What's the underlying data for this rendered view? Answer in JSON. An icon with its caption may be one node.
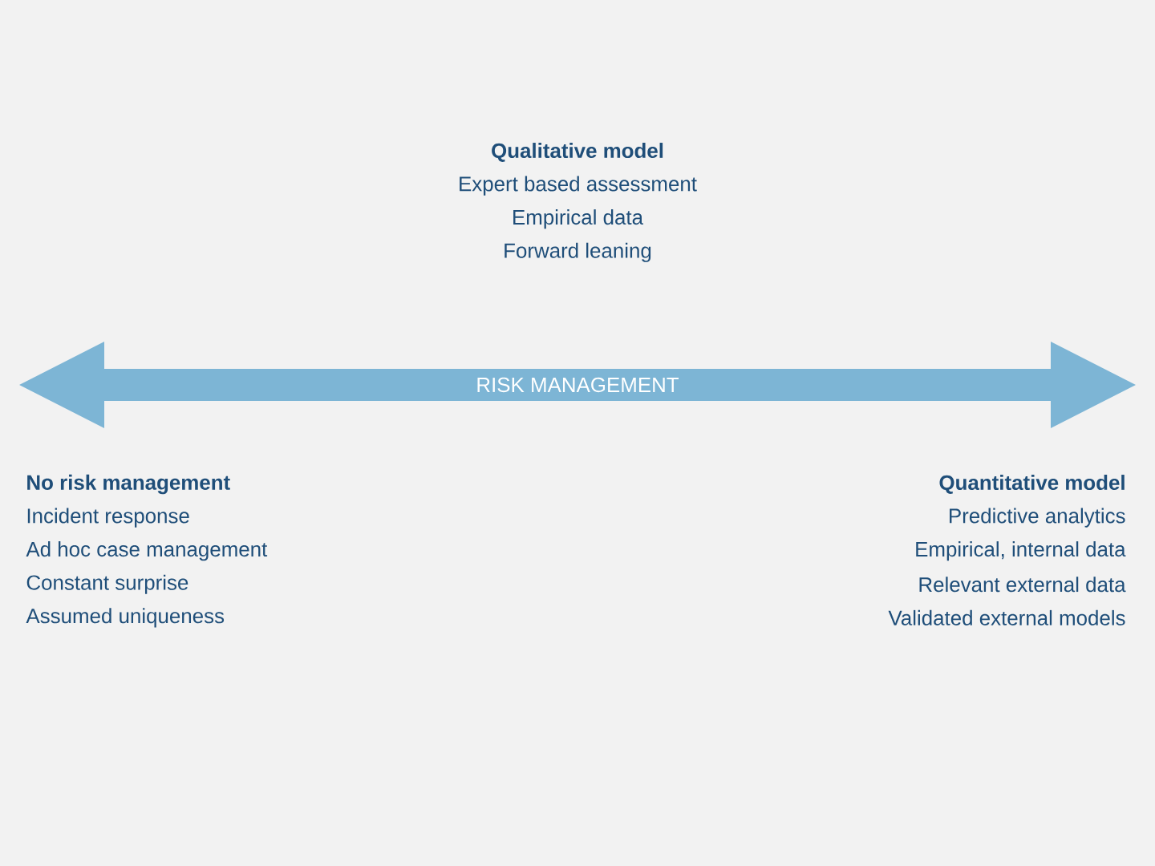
{
  "diagram": {
    "nodes": [
      {
        "text": [
          "RISK MANAGEMENT"
        ]
      }
    ],
    "labels": [
      "Qualitative model",
      "Expert based assessment",
      "Empirical data",
      "Forward leaning",
      "No risk management",
      "Incident response",
      "Ad hoc case management",
      "Constant surprise",
      "Assumed uniqueness",
      "Quantitative model",
      "Predictive analytics",
      "Empirical, internal data",
      "Relevant external data",
      "Validated external models"
    ]
  }
}
